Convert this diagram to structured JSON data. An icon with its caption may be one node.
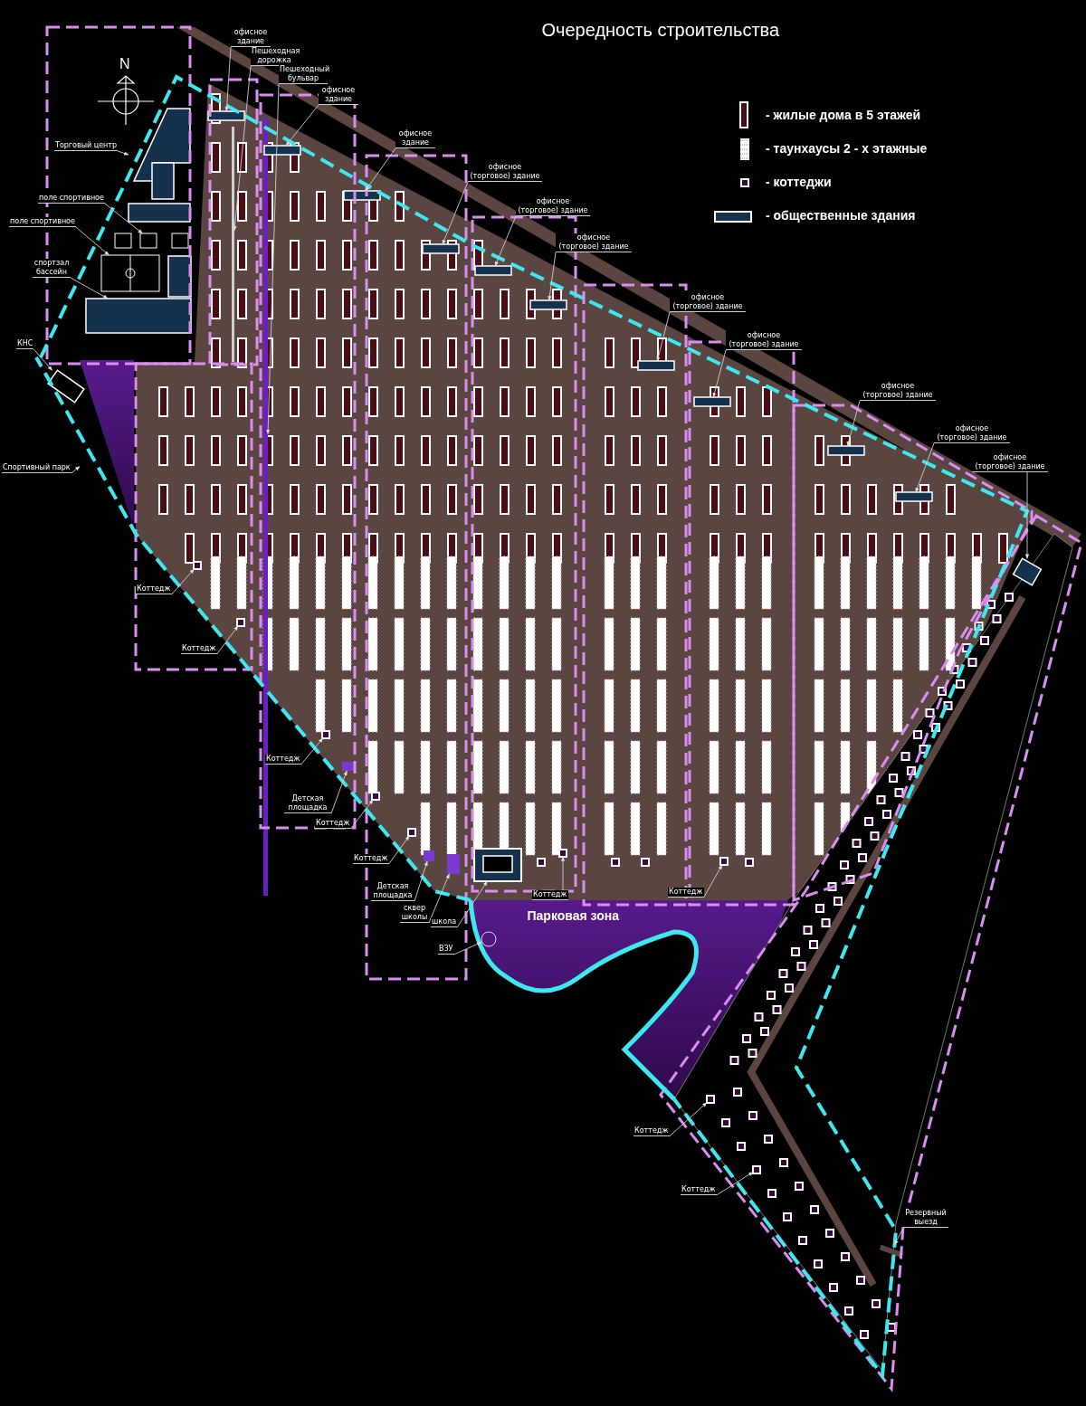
{
  "diagram": {
    "title": "Очередность строительства",
    "nodes": [
      {
        "text": [
          "офисное здание"
        ]
      },
      {
        "text": [
          "Пешеходная дорожка"
        ]
      },
      {
        "text": [
          "Пешеходный бульвар"
        ]
      },
      {
        "text": [
          "офисное здание"
        ]
      },
      {
        "text": [
          "офисное здание"
        ]
      },
      {
        "text": [
          "офисное (торговое) здание"
        ]
      },
      {
        "text": [
          "офисное (торговое) здание"
        ]
      },
      {
        "text": [
          "офисное (торговое) здание"
        ]
      },
      {
        "text": [
          "офисное (торговое) здание"
        ]
      },
      {
        "text": [
          "офисное (торговое) здание"
        ]
      },
      {
        "text": [
          "офисное (торговое) здание"
        ]
      },
      {
        "text": [
          "офисное (торговое) здание"
        ]
      },
      {
        "text": [
          "офисное (торговое) здание"
        ]
      },
      {
        "text": [
          "Торговый центр"
        ]
      },
      {
        "text": [
          "поле спортивное"
        ]
      },
      {
        "text": [
          "поле спортивное"
        ]
      },
      {
        "text": [
          "спортзал бассейн"
        ]
      },
      {
        "text": [
          "КНС"
        ]
      },
      {
        "text": [
          "Спортивный парк"
        ]
      },
      {
        "text": [
          "Коттедж"
        ]
      },
      {
        "text": [
          "Коттедж"
        ]
      },
      {
        "text": [
          "Коттедж"
        ]
      },
      {
        "text": [
          "Детская площадка"
        ]
      },
      {
        "text": [
          "Коттедж"
        ]
      },
      {
        "text": [
          "Коттедж"
        ]
      },
      {
        "text": [
          "Детская площадка"
        ]
      },
      {
        "text": [
          "сквер школы"
        ]
      },
      {
        "text": [
          "школа"
        ]
      },
      {
        "text": [
          "ВЗУ"
        ]
      },
      {
        "text": [
          "Коттедж"
        ]
      },
      {
        "text": [
          "Коттедж"
        ]
      },
      {
        "text": [
          "Резервный выезд"
        ]
      },
      {
        "text": [
          "Коттедж"
        ]
      },
      {
        "text": [
          "Коттедж"
        ]
      },
      {
        "text": [],
        "shape": "box"
      },
      {
        "text": [],
        "shape": "bar"
      },
      {
        "text": [],
        "shape": "bar"
      },
      {
        "text": [],
        "shape": "box"
      },
      {
        "text": [],
        "shape": "box"
      },
      {
        "text": [],
        "shape": "box"
      },
      {
        "text": [],
        "shape": "box"
      },
      {
        "text": [],
        "shape": "box"
      },
      {
        "text": [],
        "shape": "box"
      },
      {
        "text": [],
        "shape": "box"
      },
      {
        "text": [],
        "shape": "box"
      },
      {
        "text": [],
        "shape": "box"
      },
      {
        "text": [],
        "shape": "box"
      },
      {
        "text": [],
        "shape": "box"
      },
      {
        "text": [],
        "shape": "box"
      },
      {
        "text": [],
        "shape": "box"
      },
      {
        "text": [],
        "shape": "box"
      },
      {
        "text": [],
        "shape": "box"
      },
      {
        "text": [],
        "shape": "polygon"
      },
      {
        "text": [],
        "shape": "box"
      },
      {
        "text": [],
        "shape": "box"
      },
      {
        "text": [],
        "shape": "box"
      },
      {
        "text": [],
        "shape": "bar"
      },
      {
        "text": [],
        "shape": "box"
      },
      {
        "text": [],
        "shape": "box"
      },
      {
        "text": [],
        "shape": "bar"
      },
      {
        "text": [],
        "shape": "bar"
      },
      {
        "text": [],
        "shape": "box"
      },
      {
        "text": [],
        "shape": "circle"
      },
      {
        "text": [],
        "shape": "box"
      },
      {
        "text": [],
        "shape": "box"
      },
      {
        "text": [],
        "shape": "bar"
      },
      {
        "text": [],
        "shape": "box"
      },
      {
        "text": [],
        "shape": "box"
      }
    ],
    "edges": [
      {
        "from": 0,
        "to": 34,
        "arrow": "to"
      },
      {
        "from": 1,
        "to": 35,
        "arrow": "to"
      },
      {
        "from": 2,
        "to": 36,
        "arrow": "to"
      },
      {
        "from": 3,
        "to": 37,
        "arrow": "to"
      },
      {
        "from": 4,
        "to": 38,
        "arrow": "to"
      },
      {
        "from": 5,
        "to": 39,
        "arrow": "to"
      },
      {
        "from": 6,
        "to": 40,
        "arrow": "to"
      },
      {
        "from": 7,
        "to": 41,
        "arrow": "to"
      },
      {
        "from": 8,
        "to": 42,
        "arrow": "to"
      },
      {
        "from": 9,
        "to": 43,
        "arrow": "to"
      },
      {
        "from": 10,
        "to": 44,
        "arrow": "to"
      },
      {
        "from": 11,
        "to": 45,
        "arrow": "to"
      },
      {
        "from": 12,
        "to": 46,
        "arrow": "to"
      },
      {
        "from": 13,
        "to": 47,
        "arrow": "to"
      },
      {
        "from": 14,
        "to": 48,
        "arrow": "to"
      },
      {
        "from": 15,
        "to": 49,
        "arrow": "to"
      },
      {
        "from": 16,
        "to": 50,
        "arrow": "to"
      },
      {
        "from": 17,
        "to": 51,
        "arrow": "to"
      },
      {
        "from": 18,
        "to": 52,
        "arrow": "to"
      },
      {
        "from": 19,
        "to": 53,
        "arrow": "to"
      },
      {
        "from": 20,
        "to": 54,
        "arrow": "to"
      },
      {
        "from": 21,
        "to": 55,
        "arrow": "to"
      },
      {
        "from": 22,
        "to": 56,
        "arrow": "to"
      },
      {
        "from": 23,
        "to": 57,
        "arrow": "to"
      },
      {
        "from": 24,
        "to": 58,
        "arrow": "to"
      },
      {
        "from": 25,
        "to": 59,
        "arrow": "to"
      },
      {
        "from": 26,
        "to": 60,
        "arrow": "to"
      },
      {
        "from": 27,
        "to": 61,
        "arrow": "to"
      },
      {
        "from": 28,
        "to": 62,
        "arrow": "to"
      },
      {
        "from": 29,
        "to": 63,
        "arrow": "to"
      },
      {
        "from": 30,
        "to": 64,
        "arrow": "to"
      },
      {
        "from": 31,
        "to": 65,
        "arrow": "to"
      },
      {
        "from": 32,
        "to": 66,
        "arrow": "to"
      },
      {
        "from": 33,
        "to": 67,
        "arrow": "to"
      }
    ],
    "labels": [
      "N",
      "Парковая зона"
    ],
    "legend": [
      {
        "text": "- жилые дома в 5 этажей"
      },
      {
        "text": "- таунхаусы 2 - х этажные"
      },
      {
        "text": "- коттеджи"
      },
      {
        "text": "- общественные здания"
      }
    ]
  }
}
